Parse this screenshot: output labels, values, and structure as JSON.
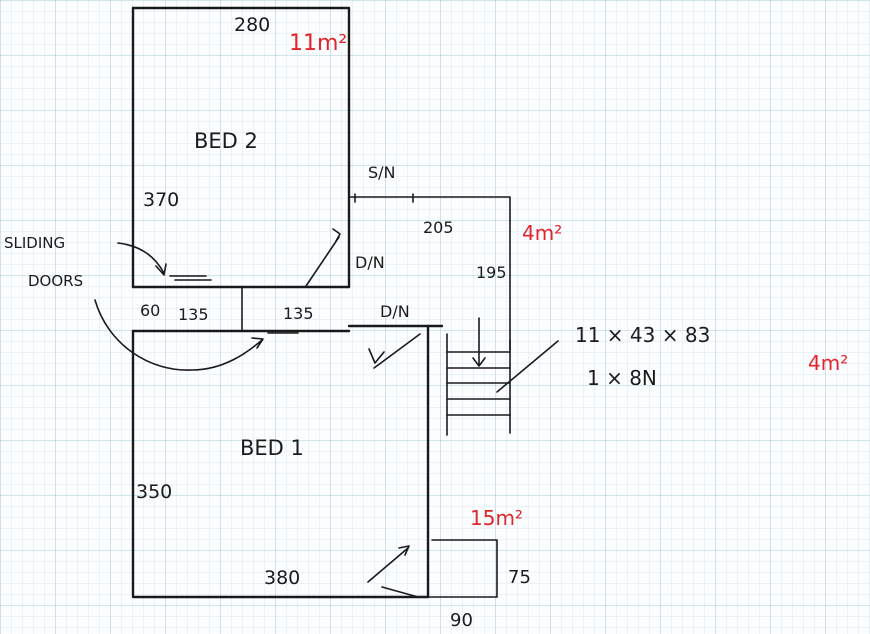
{
  "plan": {
    "rooms": {
      "bed2": {
        "label": "BED 2",
        "width_dim": "280",
        "height_dim": "370",
        "area": "11m²"
      },
      "bed1": {
        "label": "BED 1",
        "width_dim": "380",
        "height_dim": "350"
      }
    },
    "ensuite": {
      "label": "S/N",
      "width_dim": "205",
      "height_dim": "195",
      "area": "4m²"
    },
    "doors": {
      "bed2_door": "D/N",
      "landing_door": "D/N"
    },
    "wardrobe": {
      "dims": [
        "60",
        "135",
        "135"
      ],
      "callout": [
        "SLIDING",
        "DOORS"
      ]
    },
    "stairs": {
      "spec_line1": "11 × 43 × 83",
      "spec_line2": "1 × 8N",
      "area": "4m²"
    },
    "landing": {
      "width_dim": "90",
      "depth_dim": "75",
      "area": "15m²"
    }
  },
  "colors": {
    "ink": "#1a1a1a",
    "annotation": "#e3252b",
    "grid_minor": "#c8dfe9",
    "grid_major": "#9ec5d8"
  }
}
